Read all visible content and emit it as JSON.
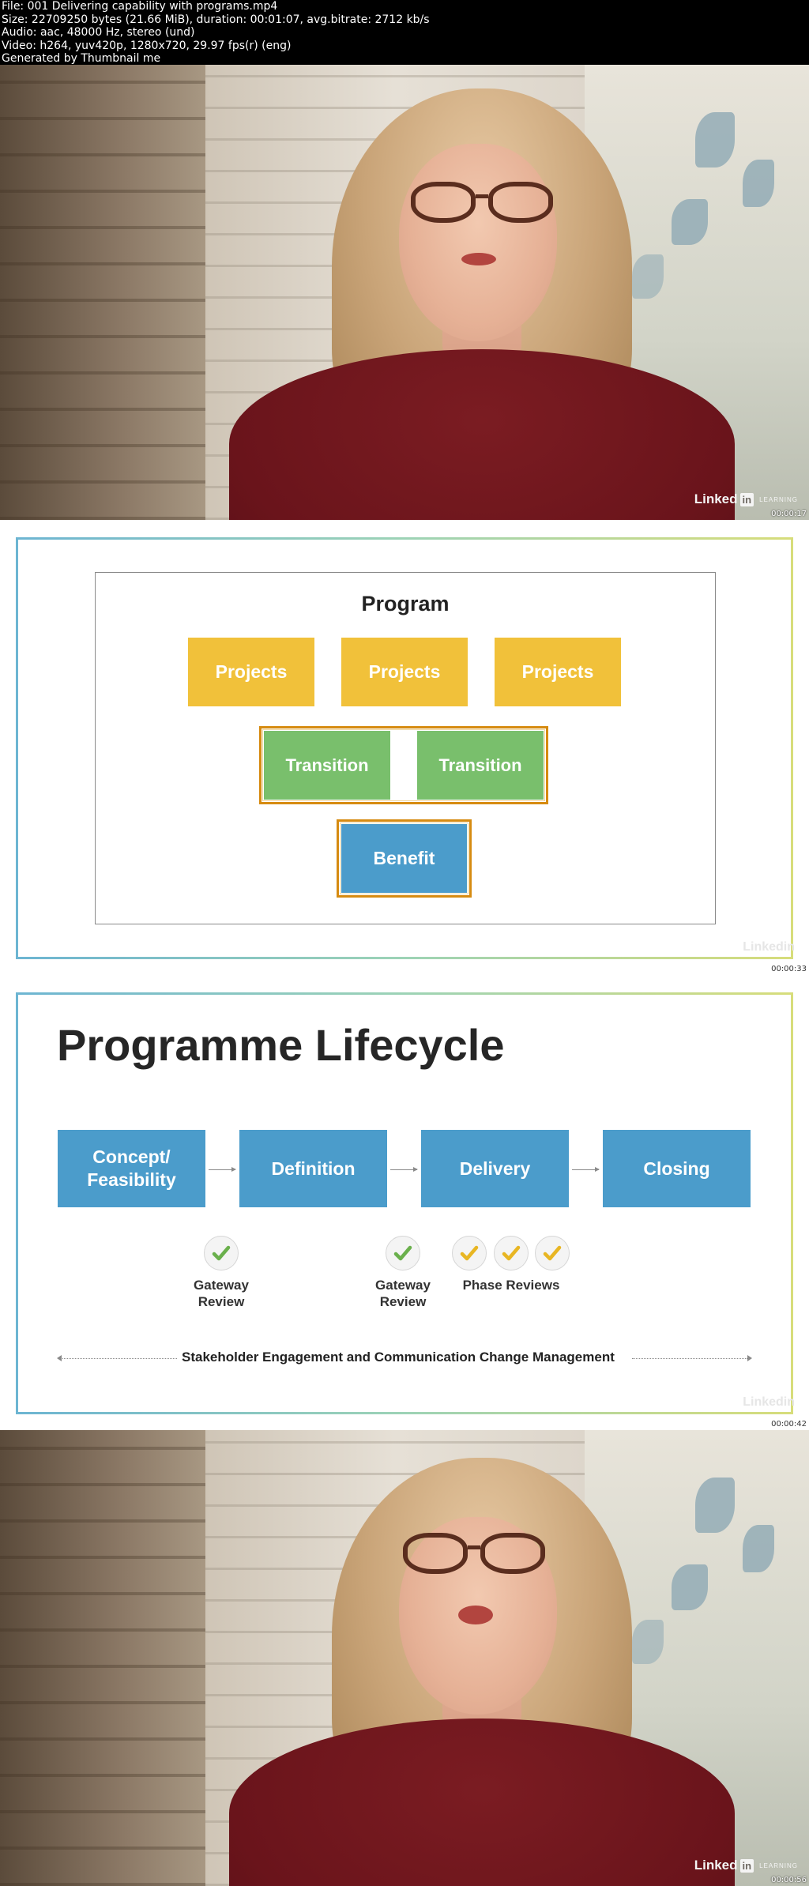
{
  "header": {
    "line1": "File: 001 Delivering capability with programs.mp4",
    "line2": "Size: 22709250 bytes (21.66 MiB), duration: 00:01:07, avg.bitrate: 2712 kb/s",
    "line3": "Audio: aac, 48000 Hz, stereo (und)",
    "line4": "Video: h264, yuv420p, 1280x720, 29.97 fps(r) (eng)",
    "line5": "Generated by Thumbnail me"
  },
  "frames": [
    {
      "timestamp": "00:00:17",
      "logo_text": "Linked",
      "logo_in": "in",
      "logo_learning": "LEARNING"
    },
    {
      "timestamp": "00:00:33",
      "logo_text": "Linkedin",
      "program_title": "Program",
      "projects": [
        "Projects",
        "Projects",
        "Projects"
      ],
      "transitions": [
        "Transition",
        "Transition"
      ],
      "benefit": "Benefit"
    },
    {
      "timestamp": "00:00:42",
      "logo_text": "Linkedin",
      "title": "Programme Lifecycle",
      "stages": [
        "Concept/ Feasibility",
        "Definition",
        "Delivery",
        "Closing"
      ],
      "reviews": [
        {
          "label_line1": "Gateway",
          "label_line2": "Review"
        },
        {
          "label_line1": "Gateway",
          "label_line2": "Review"
        },
        {
          "label_line1": "Phase Reviews"
        }
      ],
      "footer": "Stakeholder Engagement and Communication Change Management"
    },
    {
      "timestamp": "00:00:56",
      "logo_text": "Linked",
      "logo_in": "in",
      "logo_learning": "LEARNING"
    }
  ],
  "colors": {
    "yellow": "#f1c13a",
    "green": "#79bf6c",
    "blue": "#4b9ccb",
    "orange_outline": "#d68b11",
    "check_green": "#6ab04c",
    "check_yellow": "#e8b623"
  }
}
